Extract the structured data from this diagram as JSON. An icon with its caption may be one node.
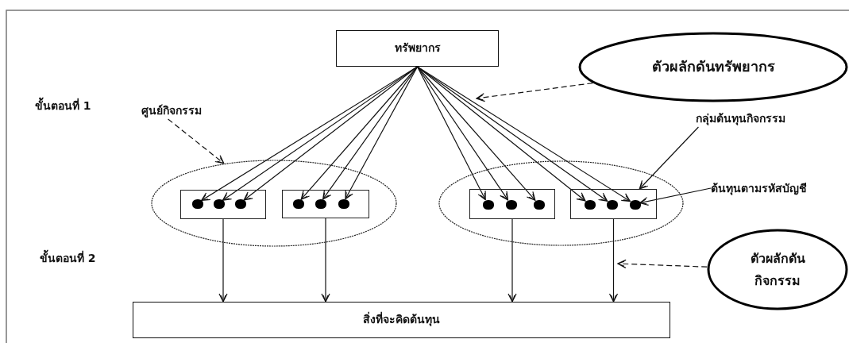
{
  "diagram": {
    "nodes": [
      {
        "text": [
          "ทรัพยากร"
        ]
      },
      {
        "text": [
          "ตัวผลักดันทรัพยากร"
        ]
      },
      {
        "text": [
          "ศูนย์กิจกรรม"
        ]
      },
      {
        "text": [
          "กลุ่มต้นทุนกิจกรรม"
        ]
      },
      {
        "text": [],
        "shape": "ellipse"
      },
      {
        "text": [],
        "shape": "box",
        "in": 4
      },
      {
        "text": [],
        "shape": "dot",
        "in": 5
      },
      {
        "text": [],
        "shape": "dot",
        "in": 5
      },
      {
        "text": [],
        "shape": "dot",
        "in": 5
      },
      {
        "text": [],
        "shape": "box",
        "in": 4
      },
      {
        "text": [],
        "shape": "dot",
        "in": 9
      },
      {
        "text": [],
        "shape": "dot",
        "in": 9
      },
      {
        "text": [],
        "shape": "dot",
        "in": 9
      },
      {
        "text": [],
        "shape": "ellipse"
      },
      {
        "text": [],
        "shape": "box",
        "in": 13
      },
      {
        "text": [],
        "shape": "dot",
        "in": 14
      },
      {
        "text": [],
        "shape": "dot",
        "in": 14
      },
      {
        "text": [],
        "shape": "dot",
        "in": 14
      },
      {
        "text": [],
        "shape": "box",
        "in": 13
      },
      {
        "text": [],
        "shape": "dot",
        "in": 18
      },
      {
        "text": [],
        "shape": "dot",
        "in": 18
      },
      {
        "text": [],
        "shape": "dot",
        "in": 18
      },
      {
        "text": [
          "ต้นทุนตามรหัสบัญชี"
        ]
      },
      {
        "text": [
          "ตัวผลักดันกิจกรรม"
        ]
      },
      {
        "text": [
          "สิ่งที่จะคิดต้นทุน"
        ]
      }
    ],
    "edges": [
      {
        "from": 0,
        "to": 6,
        "arrow": "to"
      },
      {
        "from": 0,
        "to": 7,
        "arrow": "to"
      },
      {
        "from": 0,
        "to": 8,
        "arrow": "to"
      },
      {
        "from": 0,
        "to": 10,
        "arrow": "to"
      },
      {
        "from": 0,
        "to": 11,
        "arrow": "to"
      },
      {
        "from": 0,
        "to": 12,
        "arrow": "to"
      },
      {
        "from": 0,
        "to": 15,
        "arrow": "to"
      },
      {
        "from": 0,
        "to": 16,
        "arrow": "to"
      },
      {
        "from": 0,
        "to": 17,
        "arrow": "to"
      },
      {
        "from": 0,
        "to": 19,
        "arrow": "to"
      },
      {
        "from": 0,
        "to": 20,
        "arrow": "to"
      },
      {
        "from": 0,
        "to": 21,
        "arrow": "to"
      },
      {
        "from": 1,
        "to": null,
        "arrow": "to",
        "style": "dashed"
      },
      {
        "from": 2,
        "to": 4,
        "arrow": "to",
        "style": "dashed"
      },
      {
        "from": 3,
        "to": 18,
        "arrow": "to"
      },
      {
        "from": 22,
        "to": 21,
        "arrow": "to"
      },
      {
        "from": 23,
        "to": null,
        "arrow": "to",
        "style": "dashed"
      },
      {
        "from": 5,
        "to": 24,
        "arrow": "to"
      },
      {
        "from": 9,
        "to": 24,
        "arrow": "to"
      },
      {
        "from": 14,
        "to": 24,
        "arrow": "to"
      },
      {
        "from": 18,
        "to": 24,
        "arrow": "to"
      }
    ],
    "labels": [
      "ขั้นตอนที่ 1",
      "ขั้นตอนที่ 2"
    ]
  }
}
